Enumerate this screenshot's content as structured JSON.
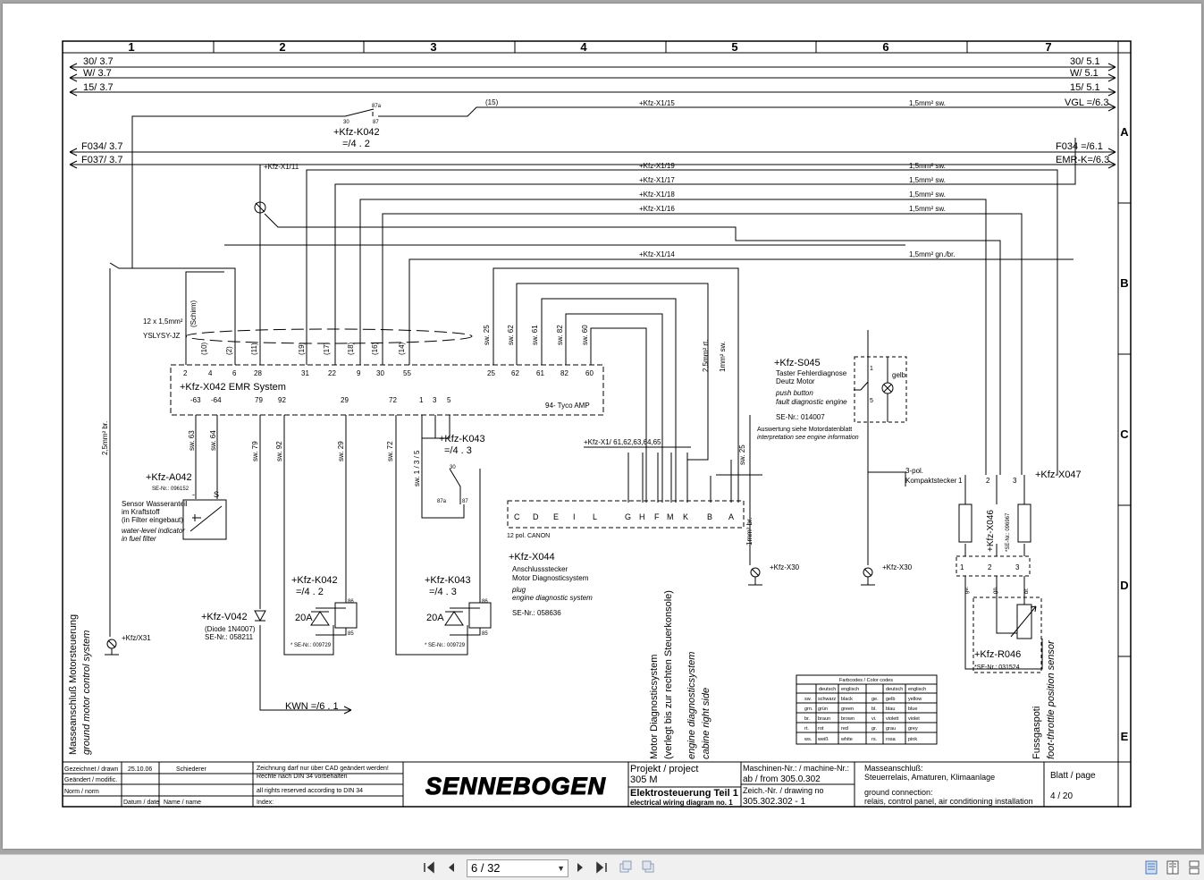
{
  "toolbar": {
    "page_indicator": "6 / 32",
    "icons": [
      "first-page-icon",
      "prev-page-icon",
      "next-page-icon",
      "last-page-icon",
      "prev-view-icon",
      "next-view-icon",
      "single-page-view-icon",
      "two-page-view-icon",
      "continuous-view-icon"
    ]
  },
  "frame": {
    "columns": [
      "1",
      "2",
      "3",
      "4",
      "5",
      "6",
      "7"
    ],
    "rows": [
      "A",
      "B",
      "C",
      "D",
      "E"
    ]
  },
  "rails": {
    "left": [
      "30/ 3.7",
      "W/ 3.7",
      "15/ 3.7"
    ],
    "right": [
      "30/ 5.1",
      "W/ 5.1",
      "15/ 5.1"
    ],
    "f_left": [
      "F034/ 3.7",
      "F037/ 3.7"
    ],
    "f_right": [
      "F034 =/6.1",
      "EMR-K=/6.3"
    ],
    "vgl": "VGL =/6.3",
    "n15": "(15)",
    "kfz_x1_15": "+Kfz-X1/15",
    "wire_15": "1,5mm² sw."
  },
  "wires": {
    "labels": [
      "+Kfz-X1/19",
      "+Kfz-X1/17",
      "+Kfz-X1/18",
      "+Kfz-X1/16",
      "+Kfz-X1/14"
    ],
    "sizes": [
      "1,5mm² sw.",
      "1,5mm² sw.",
      "1,5mm² sw.",
      "1,5mm² sw.",
      "1,5mm² gn./br."
    ],
    "x1_11": "+Kfz-X1/11",
    "wire_25": "2,5mm² br.",
    "wire_25rt": "2,5mm² rt.",
    "wire_1sw": "1mm² sw.",
    "wire_1br": "1mm² br."
  },
  "k042_top": {
    "name": "+Kfz-K042",
    "ref": "=/4 . 2",
    "c30": "30",
    "c87": "87",
    "c87a": "87a"
  },
  "cable": {
    "spec1": "12 x 1,5mm²",
    "spec2": "YSLYSY-JZ",
    "schirm": "(Schirm)"
  },
  "x042": {
    "name": "+Kfz-X042  EMR System",
    "type": "94- Tyco AMP",
    "top_pins": [
      "2",
      "4",
      "6",
      "28",
      "31",
      "22",
      "9",
      "30",
      "55",
      "25",
      "62",
      "61",
      "82",
      "60"
    ],
    "top_wires": [
      "(10)",
      "(2)",
      "(11)",
      "(19)",
      "(17)",
      "(18)",
      "(16)",
      "(14)",
      "sw. 25",
      "sw. 62",
      "sw. 61",
      "sw. 82",
      "sw. 60"
    ],
    "bottom_pins": [
      "-63",
      "-64",
      "79",
      "92",
      "29",
      "72",
      "1",
      "3",
      "5"
    ],
    "bottom_wires": [
      "sw. 63",
      "sw. 64",
      "sw. 79",
      "sw. 92",
      "sw. 29",
      "sw. 72",
      "sw. 1 / 3 / 5",
      "sw. 25"
    ]
  },
  "a042": {
    "name": "+Kfz-A042",
    "se": "SE-Nr.: 096152",
    "desc1": "Sensor Wasseranteil",
    "desc2": "im Kraftstoff",
    "desc3": "(in Filter eingebaut)",
    "en1": "water-level indicator",
    "en2": "in fuel filter",
    "minus": "-",
    "s": "S"
  },
  "k043_mid": {
    "name": "+Kfz-K043",
    "ref": "=/4 . 3",
    "c30": "30",
    "c87": "87",
    "c87a": "87a"
  },
  "k042_bot": {
    "name": "+Kfz-K042",
    "ref": "=/4 . 2",
    "amp": "20A",
    "p86": "86",
    "p85": "85",
    "se": "* SE-Nr.: 009729"
  },
  "k043_bot": {
    "name": "+Kfz-K043",
    "ref": "=/4 . 3",
    "amp": "20A",
    "p86": "86",
    "p85": "85",
    "se": "* SE-Nr.: 009729"
  },
  "v042": {
    "name": "+Kfz-V042",
    "diode": "(Diode 1N4007)",
    "se": "SE-Nr.: 058211"
  },
  "kwn": "KWN =/6 . 1",
  "x31": "+Kfz/X31",
  "x1_line": "+Kfz-X1/ 61,62,63,64,65",
  "x044": {
    "pins": [
      "C",
      "D",
      "E",
      "I",
      "L",
      "G",
      "H",
      "F",
      "M",
      "K",
      "B",
      "A"
    ],
    "type": "12 pol. CANON",
    "name": "+Kfz-X044",
    "d1": "Anschlussstecker",
    "d2": "Motor Diagnosticsystem",
    "e1": "plug",
    "e2": "engine diagnostic system",
    "se": "SE-Nr.: 058636"
  },
  "x30a": "+Kfz-X30",
  "x30b": "+Kfz-X30",
  "s045": {
    "name": "+Kfz-S045",
    "d1": "Taster Fehlerdiagnose",
    "d2": "Deutz Motor",
    "e1": "push button",
    "e2": "fault diagnostic engine",
    "se": "SE-Nr.: 014007",
    "n1": "Auswertung siehe Motordatenblatt",
    "n2": "interpretation see engine information",
    "gelb": "gelb",
    "p1": "1",
    "p5": "5"
  },
  "x047": {
    "name": "+Kfz-X047",
    "d1": "3-pol.",
    "d2": "Kompaktstecker",
    "pins": [
      "1",
      "2",
      "3"
    ]
  },
  "x046": {
    "name": "+Kfz-X046",
    "se": "*SE-Nr.: 096967",
    "pins": [
      "1",
      "2",
      "3"
    ],
    "w": [
      "ge.",
      "gn.",
      "br."
    ]
  },
  "r046": {
    "name": "+Kfz-R046",
    "se": "*SE-Nr.: 031524"
  },
  "vert_left": {
    "l1": "Masseanschluß Motorsteuerung",
    "l2": "ground motor control system"
  },
  "vert_mid": {
    "l1": "Motor Diagnosticsystem",
    "l2": "(verlegt bis zur rechten Steuerkonsole)",
    "l3": "engine diagnosticsystem",
    "l4": "cabine right side"
  },
  "vert_right": {
    "l1": "Fussgaspoti",
    "l2": "foot-throttle position sensor"
  },
  "color_table": {
    "title": "Farbcodes / Color codes",
    "headers": [
      "deutsch",
      "englisch"
    ],
    "left": [
      [
        "sw.",
        "schwarz",
        "black"
      ],
      [
        "grn.",
        "grün",
        "green"
      ],
      [
        "br.",
        "braun",
        "brown"
      ],
      [
        "rt.",
        "rot",
        "red"
      ],
      [
        "ws.",
        "weiß",
        "white"
      ]
    ],
    "right": [
      [
        "ge.",
        "gelb",
        "yellow"
      ],
      [
        "bl.",
        "blau",
        "blue"
      ],
      [
        "vi.",
        "violett",
        "violet"
      ],
      [
        "gr.",
        "grau",
        "grey"
      ],
      [
        "rs.",
        "rosa",
        "pink"
      ]
    ]
  },
  "title_block": {
    "r1_label": "Gezeichnet / drawn",
    "r1_date": "25.10.06",
    "r1_name": "Schiederer",
    "r2_label": "Geändert / modific.",
    "r3_label": "Norm / norm",
    "r4_date": "Datum / date",
    "r4_name": "Name / name",
    "note1": "Zeichnung darf nur über CAD geändert werden!",
    "note2": "Rechte nach DIN 34 vorbehalten",
    "note3": "all rights reserved according to DIN 34",
    "index": "Index:",
    "logo": "SENNEBOGEN",
    "project_label": "Projekt / project",
    "project": "305 M",
    "title_de": "Elektrosteuerung Teil 1",
    "title_en": "electrical wiring diagram no. 1",
    "machine_label": "Maschinen-Nr.: / machine-Nr.:",
    "machine": "ab / from 305.0.302",
    "drawing_label": "Zeich.-Nr. / drawing no",
    "drawing": "305.302.302 - 1",
    "desc1": "Masseanschluß:",
    "desc2": "Steuerrelais, Amaturen, Klimaanlage",
    "desc3": "ground connection:",
    "desc4": "relais, control panel, air conditioning installation",
    "sheet_label": "Blatt / page",
    "sheet": "4 / 20"
  }
}
